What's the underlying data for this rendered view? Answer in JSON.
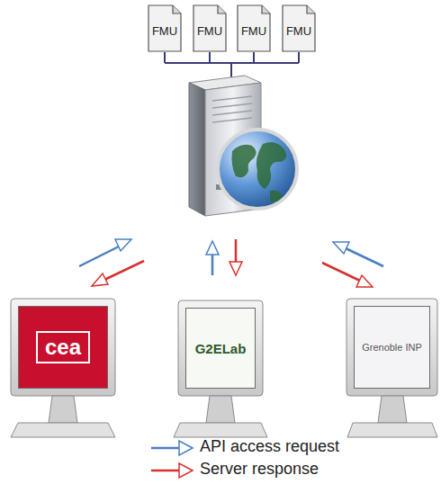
{
  "diagram": {
    "nodes": [
      {
        "text": [
          "FMU"
        ]
      },
      {
        "text": [
          "FMU"
        ]
      },
      {
        "text": [
          "FMU"
        ]
      },
      {
        "text": [
          "FMU"
        ]
      },
      {
        "text": [
          "cea"
        ]
      },
      {
        "text": [
          "G2ELab"
        ]
      },
      {
        "text": [
          "Grenoble INP"
        ]
      }
    ],
    "legend": [
      {
        "text": "API access request"
      },
      {
        "text": "Server response"
      }
    ]
  }
}
